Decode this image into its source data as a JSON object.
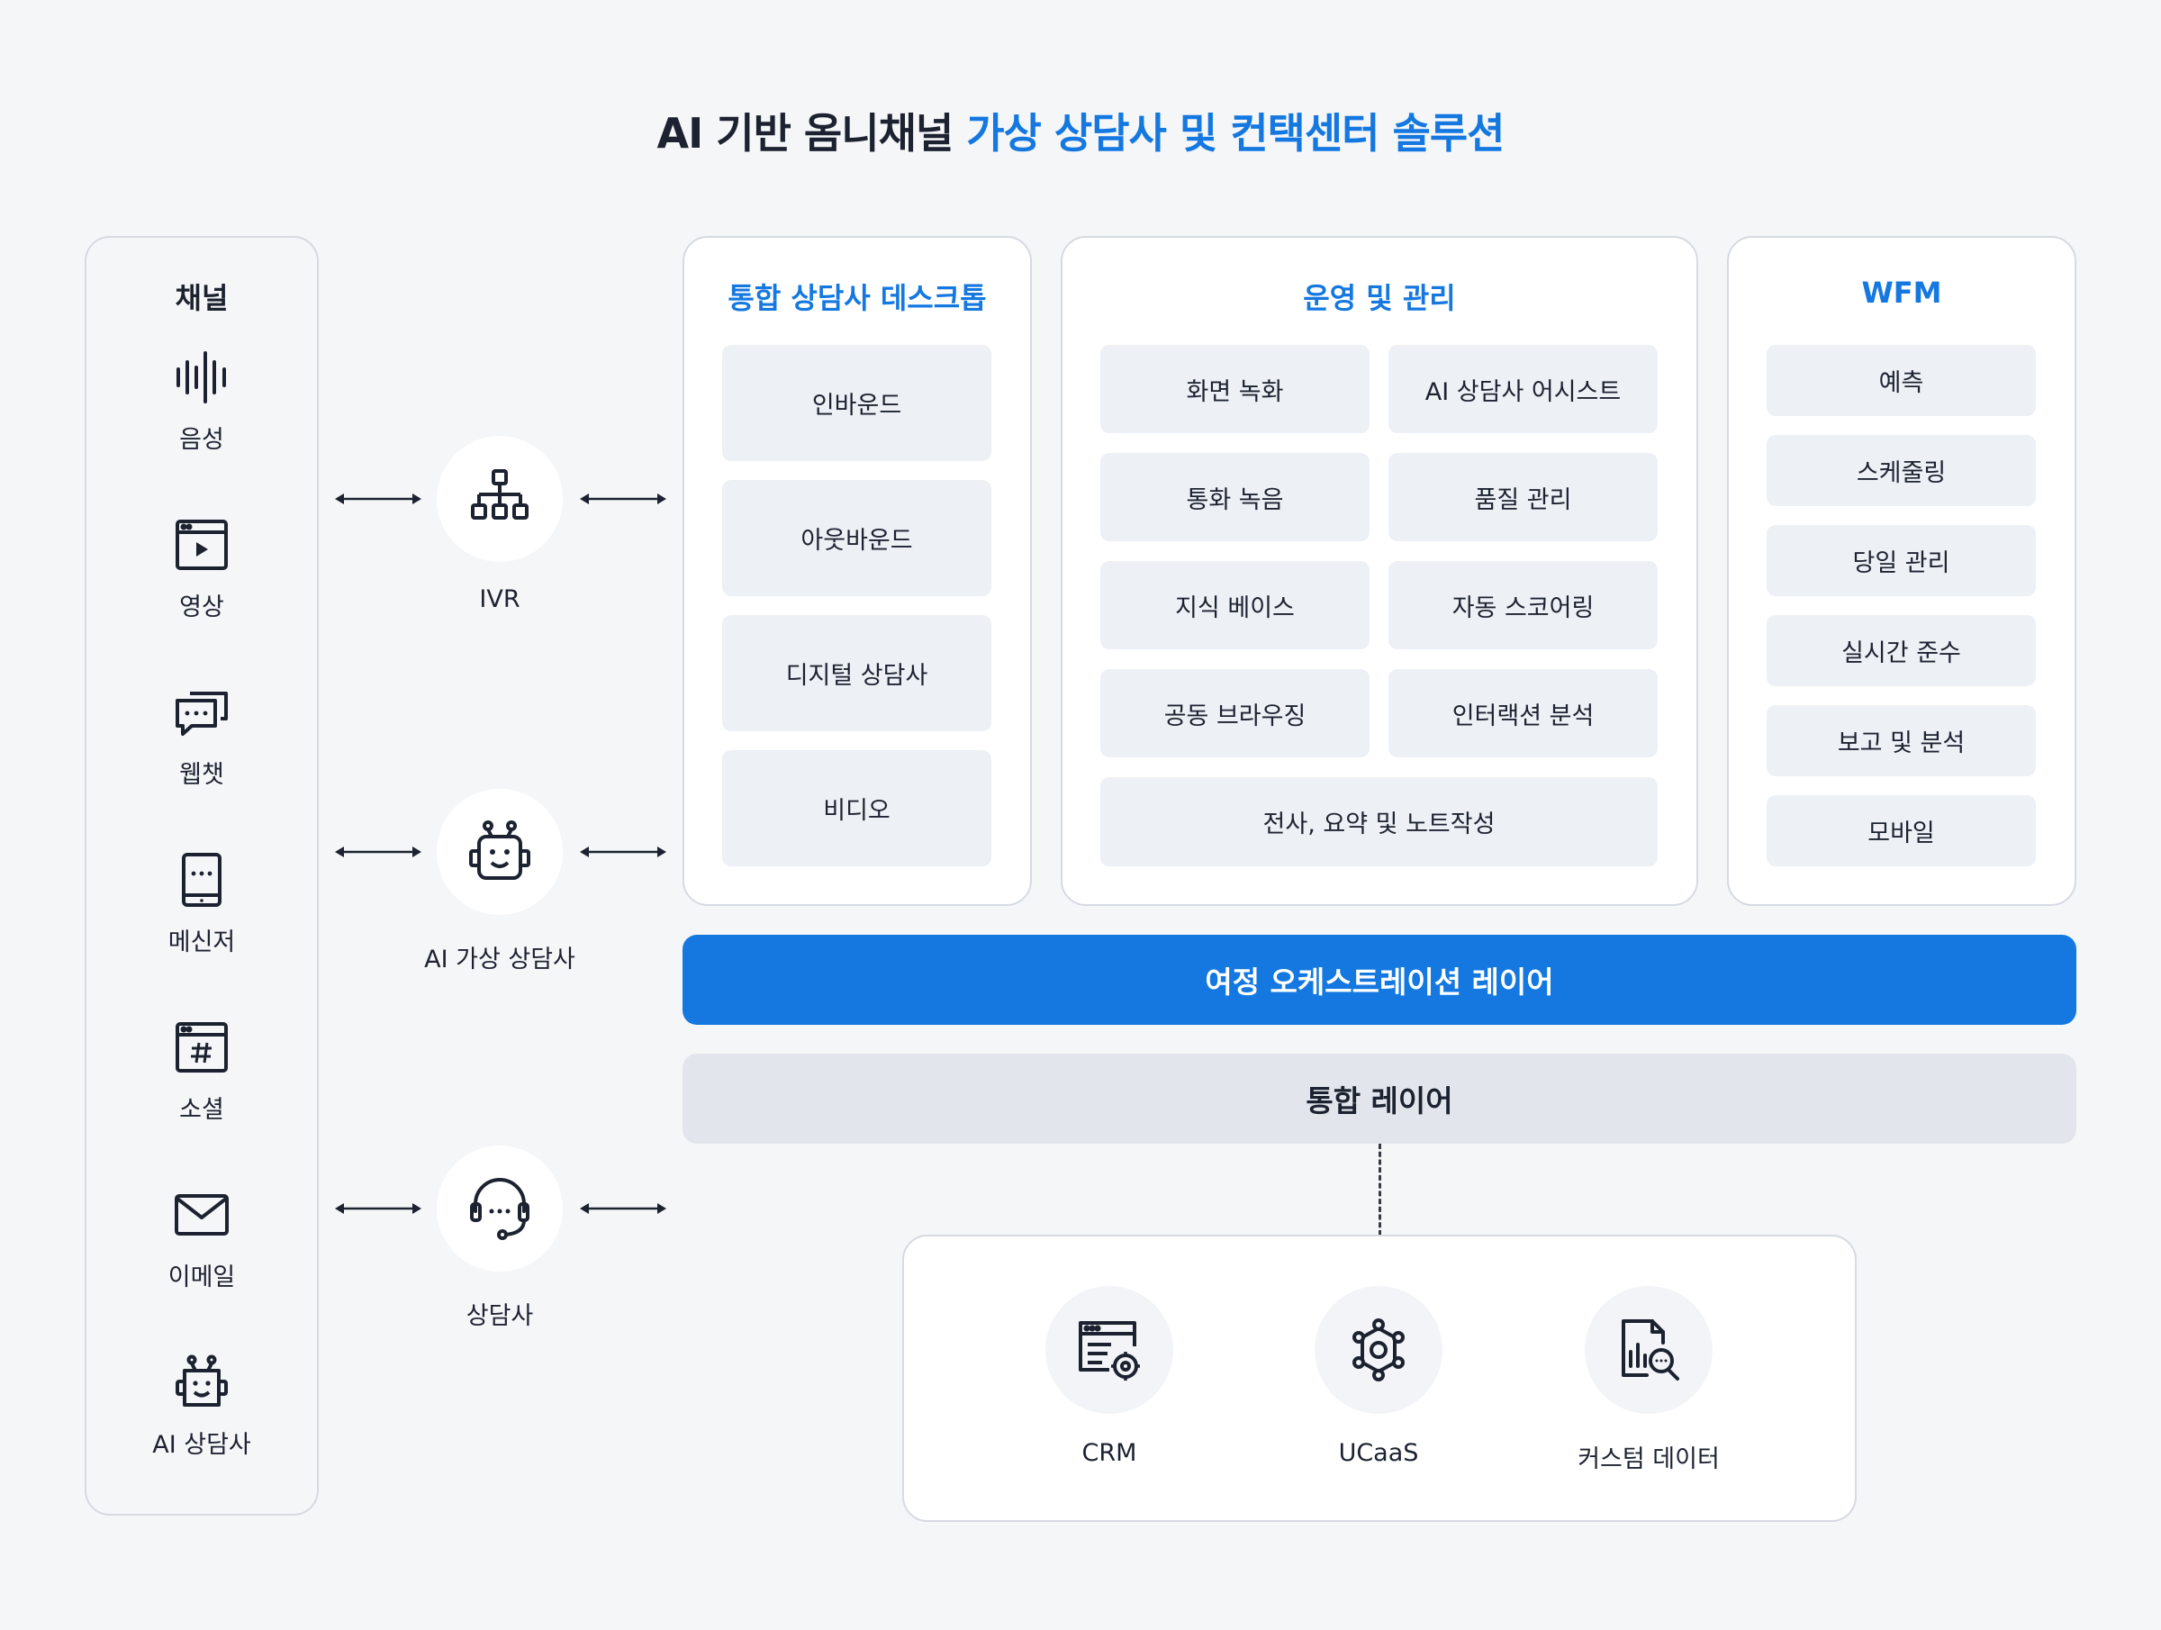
{
  "title": {
    "main": "AI 기반 옴니채널",
    "accent": "가상 상담사 및 컨택센터 솔루션"
  },
  "colors": {
    "accent": "#1478e0",
    "box": "#edf0f4",
    "panel_border": "#d6dae1"
  },
  "channels": {
    "title": "채널",
    "items": [
      {
        "label": "음성",
        "icon": "voice-waveform-icon"
      },
      {
        "label": "영상",
        "icon": "video-player-icon"
      },
      {
        "label": "웹챗",
        "icon": "chat-bubbles-icon"
      },
      {
        "label": "메신저",
        "icon": "mobile-messenger-icon"
      },
      {
        "label": "소셜",
        "icon": "social-hashtag-icon"
      },
      {
        "label": "이메일",
        "icon": "envelope-icon"
      },
      {
        "label": "AI 상담사",
        "icon": "robot-icon"
      }
    ]
  },
  "routing": [
    {
      "label": "IVR",
      "icon": "ivr-tree-icon"
    },
    {
      "label": "AI 가상 상담사",
      "icon": "robot-icon"
    },
    {
      "label": "상담사",
      "icon": "headset-icon"
    }
  ],
  "desktop": {
    "title": "통합 상담사 데스크톱",
    "items": [
      "인바운드",
      "아웃바운드",
      "디지털 상담사",
      "비디오"
    ]
  },
  "operations": {
    "title": "운영 및 관리",
    "items": [
      "화면 녹화",
      "AI 상담사 어시스트",
      "통화 녹음",
      "품질 관리",
      "지식 베이스",
      "자동 스코어링",
      "공동 브라우징",
      "인터랙션 분석",
      "전사, 요약 및 노트작성"
    ]
  },
  "wfm": {
    "title": "WFM",
    "items": [
      "예측",
      "스케줄링",
      "당일 관리",
      "실시간 준수",
      "보고 및 분석",
      "모바일"
    ]
  },
  "layers": {
    "orchestration": "여정 오케스트레이션 레이어",
    "integration": "통합 레이어"
  },
  "systems": [
    {
      "label": "CRM",
      "icon": "crm-window-gear-icon"
    },
    {
      "label": "UCaaS",
      "icon": "ucaas-network-gear-icon"
    },
    {
      "label": "커스텀 데이터",
      "icon": "document-search-icon"
    }
  ]
}
